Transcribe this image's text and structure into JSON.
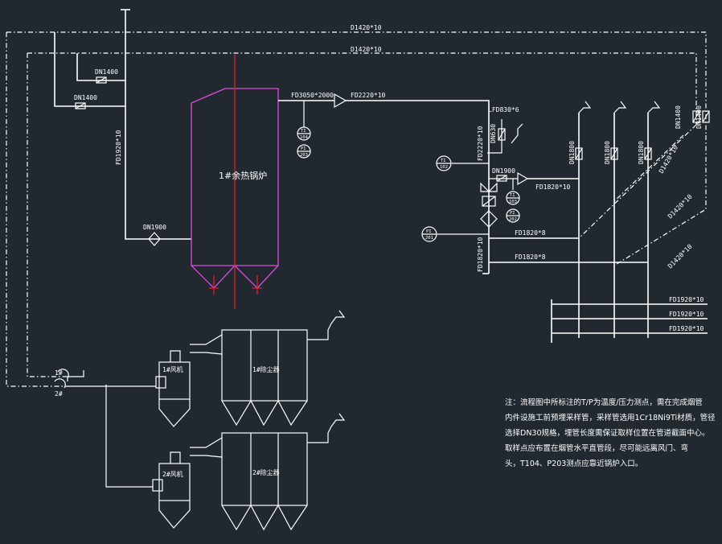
{
  "pipes": {
    "top_header_1": "D1420*10",
    "top_header_2": "D1420*10",
    "branch_upper": "DN1400",
    "branch_lower": "DN1400",
    "vertical_main": "FD1920*10",
    "boiler_inlet_valve": "DN1900",
    "boiler_outlet": "FD3050*2000",
    "outlet_duct": "FD2220*10",
    "riser": "FD2220*10",
    "riser_valve_label": "LFD830*6",
    "riser_valve": "DN630",
    "bypass_valve": "DN1900",
    "mid_branch": "FD1820*10",
    "lower_header_1": "FD1820*8",
    "lower_header_2": "FD1820*8",
    "lower_vertical": "FD1820*10",
    "stack_1": "DN1800",
    "stack_2": "DN1800",
    "stack_3": "DN1800",
    "right_valve_1": "DN1400",
    "right_valve_2": "DN1400",
    "diag_1": "D1420*10",
    "diag_2": "D1420*10",
    "diag_3": "D1420*10",
    "bottom_1": "FD1920*10",
    "bottom_2": "FD1920*10",
    "bottom_3": "FD1920*10",
    "fan_1": "1#",
    "fan_2": "2#"
  },
  "instruments": {
    "t_outlet": {
      "tag": "TI",
      "num": "104"
    },
    "p_outlet": {
      "tag": "PI",
      "num": "203"
    },
    "t_riser": {
      "tag": "TI",
      "num": "102"
    },
    "t_branch": {
      "tag": "TI",
      "num": "103"
    },
    "p_branch": {
      "tag": "PI",
      "num": "202"
    },
    "p_riser": {
      "tag": "PI",
      "num": "201"
    }
  },
  "equipment": {
    "boiler": "1#余热锅炉",
    "collector_1": "1#除尘器",
    "cyclone_1": "1#风机",
    "collector_2": "2#除尘器",
    "cyclone_2": "2#风机"
  },
  "note": {
    "line1": "注：流程图中所标注的T/P为温度/压力测点，需在完成烟管",
    "line2": "内件设施工前预埋采样管，采样管选用1Cr18Ni9Ti材质，管径",
    "line3": "选择DN30规格，埋管长度需保证取样位置在管道截面中心。",
    "line4": "取样点应布置在烟管水平直管段，尽可能远离风门、弯",
    "line5": "头，T104、P203测点应靠近锅炉入口。"
  },
  "colors": {
    "background": "#212830",
    "line": "#ffffff",
    "boiler_outline": "#d94fd9",
    "centerline": "#e0202a"
  }
}
